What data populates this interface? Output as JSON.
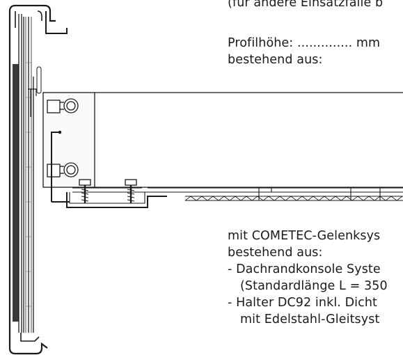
{
  "text_top": {
    "line1": "(für andere Einsatzfälle b"
  },
  "text_profile": {
    "line1": "Profilhöhe: .............. mm",
    "line2": "bestehend aus:"
  },
  "text_system": {
    "line1": "mit COMETEC-Gelenksys",
    "line2": "bestehend aus:",
    "line3": "- Dachrandkonsole Syste",
    "line4": "(Standardlänge L = 350",
    "line5": "- Halter DC92 inkl. Dicht",
    "line6": "mit Edelstahl-Gleitsyst"
  },
  "colors": {
    "line": "#1a1a1a",
    "panel_fill": "#f4f4f4",
    "dark_layer": "#3a3a3a"
  }
}
